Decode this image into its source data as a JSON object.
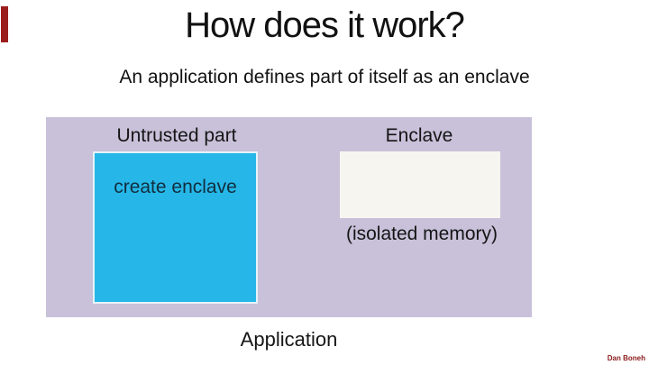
{
  "slide": {
    "title": "How does it work?",
    "subtitle": "An application defines part of itself as an enclave",
    "diagram": {
      "untrusted_label": "Untrusted part",
      "enclave_label": "Enclave",
      "create_enclave_label": "create enclave",
      "isolated_memory_label": "(isolated memory)",
      "application_label": "Application"
    },
    "credit": "Dan Boneh",
    "colors": {
      "accent_bar": "#9b1c1c",
      "application_box": "#c8c1d9",
      "untrusted_box": "#26b7e8",
      "enclave_memory_box": "#f7f5f0",
      "credit_text": "#8b1a1a"
    }
  }
}
